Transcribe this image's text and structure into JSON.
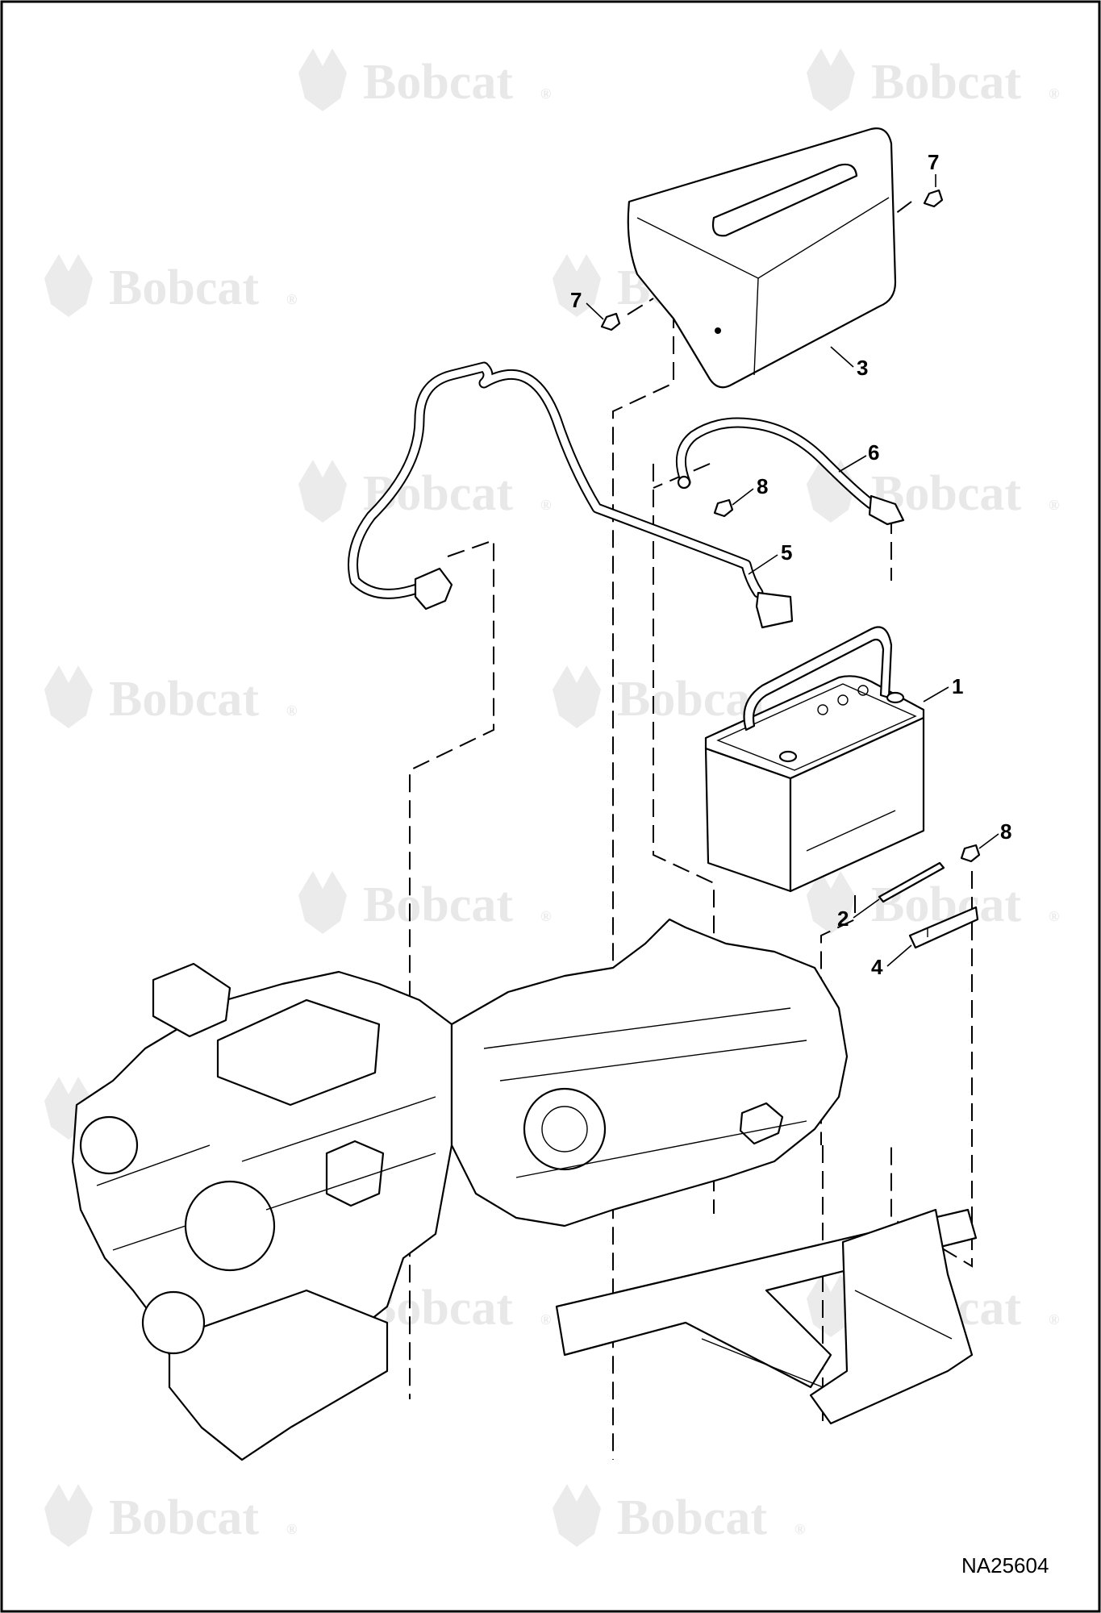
{
  "diagram": {
    "figure_id": "NA25604",
    "watermark_text": "Bobcat",
    "watermark_mark": "®",
    "callouts": {
      "battery": "1",
      "strap": "2",
      "cover": "3",
      "bracket": "4",
      "negative_cable": "5",
      "positive_cable": "6",
      "cover_bolt_right": "7",
      "cover_bolt_left": "7",
      "cable_bolt": "8",
      "bracket_bolt": "8"
    }
  }
}
